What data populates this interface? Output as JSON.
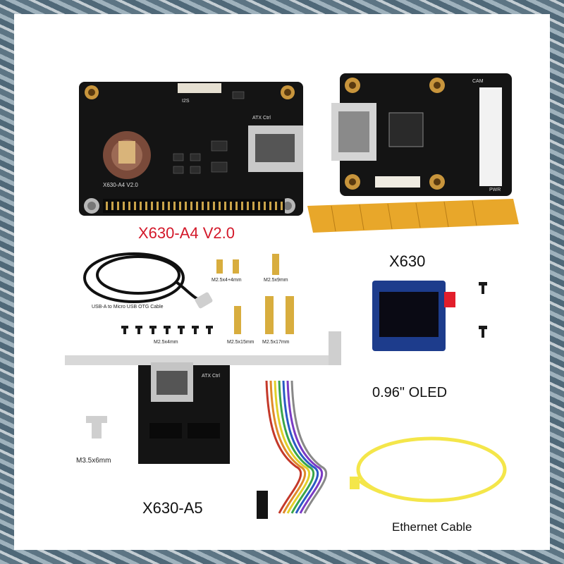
{
  "labels": {
    "board_a4": "X630-A4 V2.0",
    "board_x630": "X630",
    "usb_cable": "USB-A to Micro USB OTG Cable",
    "screw_a": "M2.5x4+4mm",
    "screw_b": "M2.5x9mm",
    "screw_c": "M2.5x4mm",
    "screw_d": "M2.5x15mm",
    "screw_e": "M2.5x17mm",
    "oled": "0.96\" OLED",
    "board_a5": "X630-A5",
    "screw_f": "M3.5x6mm",
    "ethernet": "Ethernet Cable"
  },
  "silkscreen": {
    "a4_model": "X630-A4 V2.0",
    "a4_atx": "ATX Ctrl",
    "a4_i2s": "I2S",
    "x630_cam": "CAM",
    "x630_pwr": "PWR",
    "a5_atx": "ATX Ctrl"
  },
  "colors": {
    "background_frame": "#6f8796",
    "panel": "#ffffff",
    "accent_red": "#d3182a",
    "pcb": "#141414",
    "ribbon": "#e8a72a",
    "ethernet_cable": "#f4e64a",
    "oled_blue": "#1d3c8c"
  }
}
